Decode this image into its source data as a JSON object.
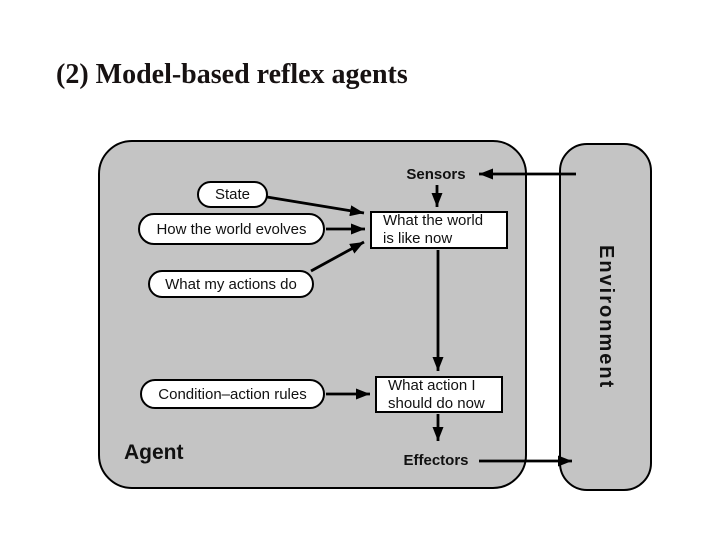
{
  "title": "(2) Model-based reflex agents",
  "colors": {
    "background": "#ffffff",
    "title_color": "#171212",
    "box_fill": "#c4c4c4",
    "node_fill": "#ffffff",
    "outline": "#000000",
    "text": "#111111",
    "arrow": "#000000"
  },
  "diagram": {
    "agent_label": "Agent",
    "environment_label": "Environment",
    "sensors_label": "Sensors",
    "effectors_label": "Effectors",
    "model_nodes": [
      {
        "id": "state",
        "label": "State"
      },
      {
        "id": "how-world-evolves",
        "label": "How the world evolves"
      },
      {
        "id": "what-actions-do",
        "label": "What my actions do"
      },
      {
        "id": "condition-action-rules",
        "label": "Condition–action rules"
      }
    ],
    "state_boxes": [
      {
        "id": "world-state",
        "lines": [
          "What the world",
          "is like now"
        ]
      },
      {
        "id": "action-choice",
        "lines": [
          "What action I",
          "should do now"
        ]
      }
    ]
  }
}
